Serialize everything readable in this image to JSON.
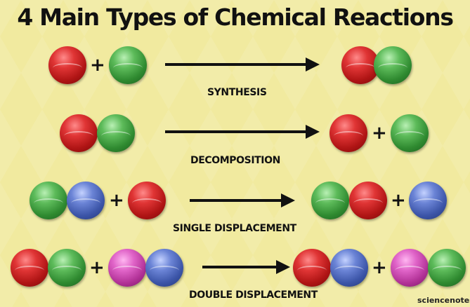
{
  "title": "4 Main Types of Chemical Reactions",
  "reactions": [
    {
      "label": "SYNTHESIS"
    },
    {
      "label": "DECOMPOSITION"
    },
    {
      "label": "SINGLE DISPLACEMENT"
    },
    {
      "label": "DOUBLE DISPLACEMENT"
    }
  ],
  "plus_sign": "+",
  "credit": "sciencenotes.o",
  "colors": {
    "background": "#f1ea9f",
    "red": "#d32b2b",
    "green": "#4aa84a",
    "blue": "#4e68bf",
    "pink": "#cf4bb6"
  }
}
